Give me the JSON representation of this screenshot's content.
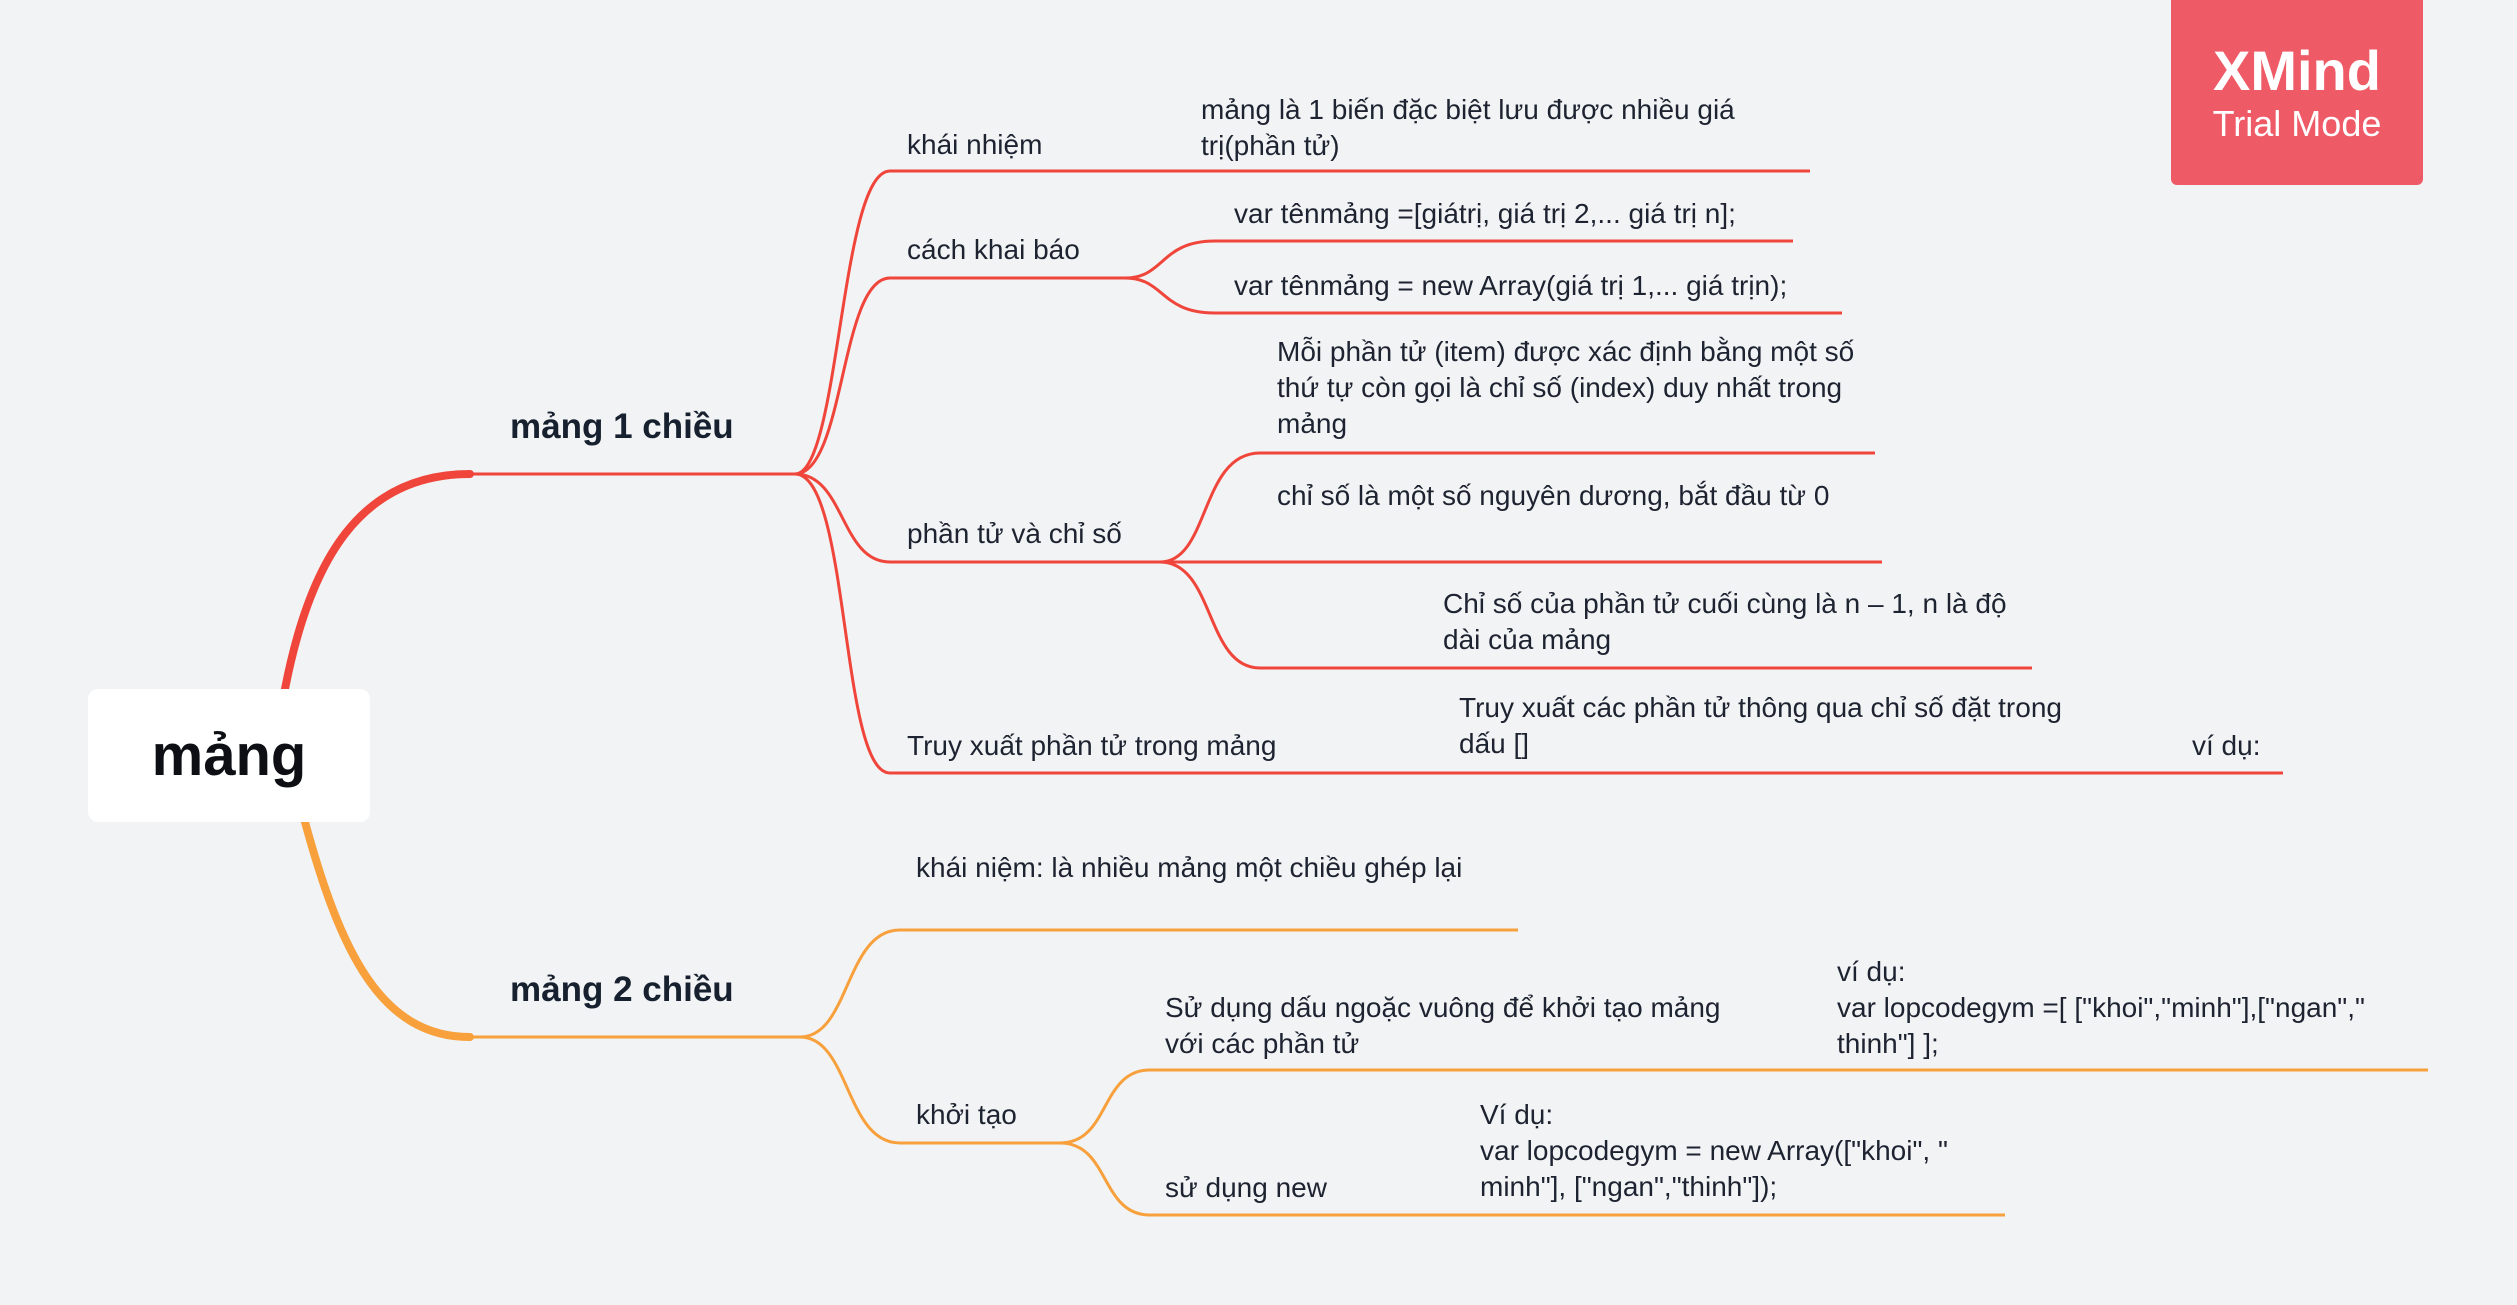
{
  "root": {
    "label": "mảng"
  },
  "watermark": {
    "brand": "XMind",
    "mode": "Trial Mode"
  },
  "colors": {
    "branch1": "#f0453a",
    "branch2": "#f7a03c",
    "background": "#f2f3f5",
    "watermark_bg": "#ef5a67"
  },
  "branches": [
    {
      "label": "mảng 1 chiều",
      "children": [
        {
          "label": "khái nhiệm",
          "children": [
            {
              "label": "mảng là 1 biến đặc biệt lưu được nhiều giá trị(phần tử)"
            }
          ]
        },
        {
          "label": "cách khai báo",
          "children": [
            {
              "label": "var tênmảng =[giátrị, giá trị 2,... giá trị n];"
            },
            {
              "label": "var tênmảng = new Array(giá trị 1,... giá trịn);"
            }
          ]
        },
        {
          "label": "phần tử và chỉ số",
          "children": [
            {
              "label": "Mỗi phần tử (item) được xác định bằng một số thứ tự còn gọi là chỉ số (index) duy nhất trong mảng"
            },
            {
              "label": "chỉ số là một số nguyên dương, bắt đầu từ 0"
            },
            {
              "label": "Chỉ số của phần tử cuối cùng là n – 1,  n là độ dài của mảng"
            }
          ]
        },
        {
          "label": "Truy xuất phần tử trong mảng",
          "children": [
            {
              "label": "Truy xuất các phần tử thông qua chỉ số đặt trong dấu []",
              "children": [
                {
                  "label": "ví dụ:"
                }
              ]
            }
          ]
        }
      ]
    },
    {
      "label": "mảng 2 chiều",
      "children": [
        {
          "label": "khái niệm: là nhiều mảng một chiều ghép lại"
        },
        {
          "label": "khởi tạo",
          "children": [
            {
              "label": "Sử dụng dấu ngoặc vuông để khởi tạo mảng với các phần tử",
              "children": [
                {
                  "label": "ví dụ:\nvar lopcodegym =[ [\"khoi\",\"minh\"],[\"ngan\",\"\nthinh\"] ];"
                }
              ]
            },
            {
              "label": "sử dụng new",
              "children": [
                {
                  "label": "Ví dụ:\nvar lopcodegym = new Array([\"khoi\", \"\nminh\"], [\"ngan\",\"thinh\"]);"
                }
              ]
            }
          ]
        }
      ]
    }
  ]
}
